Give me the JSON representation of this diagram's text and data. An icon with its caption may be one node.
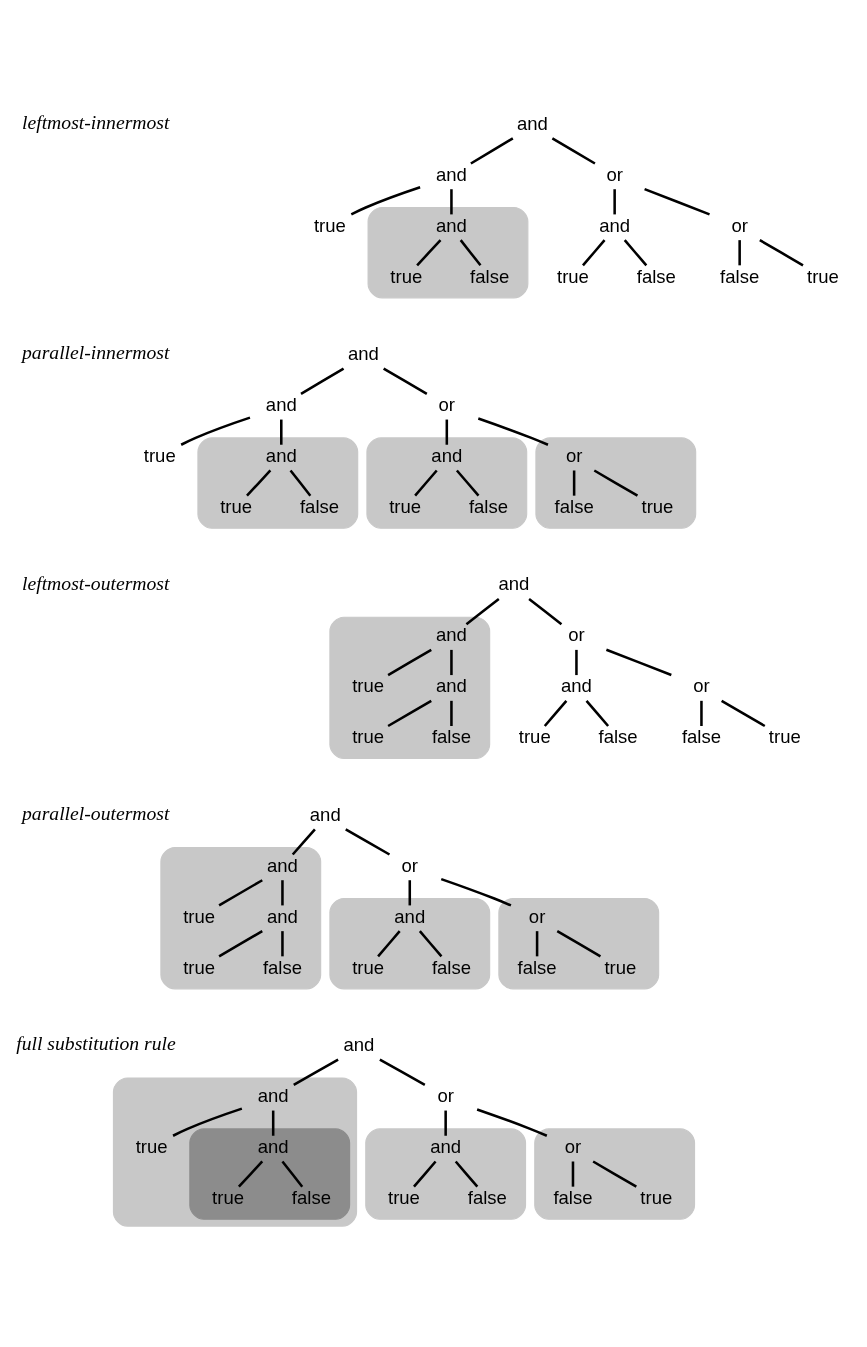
{
  "diagram": {
    "nodes": [
      {
        "text": [
          "and"
        ]
      },
      {
        "text": [
          "and"
        ]
      },
      {
        "text": [
          "or"
        ]
      },
      {
        "text": [
          "true"
        ]
      },
      {
        "text": [],
        "shape": "blob"
      },
      {
        "text": [
          "and"
        ],
        "in": 4
      },
      {
        "text": [
          "and"
        ]
      },
      {
        "text": [
          "or"
        ]
      },
      {
        "text": [
          "true"
        ],
        "in": 4
      },
      {
        "text": [
          "false"
        ],
        "in": 4
      },
      {
        "text": [
          "true"
        ]
      },
      {
        "text": [
          "false"
        ]
      },
      {
        "text": [
          "false"
        ]
      },
      {
        "text": [
          "true"
        ]
      },
      {
        "text": [
          "and"
        ]
      },
      {
        "text": [
          "and"
        ]
      },
      {
        "text": [
          "or"
        ]
      },
      {
        "text": [
          "true"
        ]
      },
      {
        "text": [],
        "shape": "blob"
      },
      {
        "text": [],
        "shape": "blob"
      },
      {
        "text": [],
        "shape": "blob"
      },
      {
        "text": [
          "and"
        ],
        "in": 18
      },
      {
        "text": [
          "and"
        ],
        "in": 19
      },
      {
        "text": [
          "or"
        ],
        "in": 20
      },
      {
        "text": [
          "true"
        ],
        "in": 18
      },
      {
        "text": [
          "false"
        ],
        "in": 18
      },
      {
        "text": [
          "true"
        ],
        "in": 19
      },
      {
        "text": [
          "false"
        ],
        "in": 19
      },
      {
        "text": [
          "false"
        ],
        "in": 20
      },
      {
        "text": [
          "true"
        ],
        "in": 20
      },
      {
        "text": [
          "and"
        ]
      },
      {
        "text": [],
        "shape": "blob"
      },
      {
        "text": [
          "and"
        ],
        "in": 31
      },
      {
        "text": [
          "or"
        ]
      },
      {
        "text": [
          "true"
        ],
        "in": 31
      },
      {
        "text": [
          "and"
        ],
        "in": 31
      },
      {
        "text": [
          "and"
        ]
      },
      {
        "text": [
          "or"
        ]
      },
      {
        "text": [
          "true"
        ],
        "in": 31
      },
      {
        "text": [
          "false"
        ],
        "in": 31
      },
      {
        "text": [
          "true"
        ]
      },
      {
        "text": [
          "false"
        ]
      },
      {
        "text": [
          "false"
        ]
      },
      {
        "text": [
          "true"
        ]
      },
      {
        "text": [
          "and"
        ]
      },
      {
        "text": [],
        "shape": "blob"
      },
      {
        "text": [
          "and"
        ],
        "in": 45
      },
      {
        "text": [
          "or"
        ]
      },
      {
        "text": [
          "true"
        ],
        "in": 45
      },
      {
        "text": [],
        "shape": "blob"
      },
      {
        "text": [],
        "shape": "blob"
      },
      {
        "text": [
          "and"
        ],
        "in": 45
      },
      {
        "text": [
          "and"
        ],
        "in": 49
      },
      {
        "text": [
          "or"
        ],
        "in": 50
      },
      {
        "text": [
          "true"
        ],
        "in": 45
      },
      {
        "text": [
          "false"
        ],
        "in": 45
      },
      {
        "text": [
          "true"
        ],
        "in": 49
      },
      {
        "text": [
          "false"
        ],
        "in": 49
      },
      {
        "text": [
          "false"
        ],
        "in": 50
      },
      {
        "text": [
          "true"
        ],
        "in": 50
      },
      {
        "text": [
          "and"
        ]
      },
      {
        "text": [],
        "shape": "blob"
      },
      {
        "text": [
          "and"
        ],
        "in": 61
      },
      {
        "text": [
          "or"
        ]
      },
      {
        "text": [
          "true"
        ],
        "in": 61
      },
      {
        "text": [],
        "shape": "blob",
        "in": 61
      },
      {
        "text": [],
        "shape": "blob"
      },
      {
        "text": [],
        "shape": "blob"
      },
      {
        "text": [
          "and"
        ],
        "in": 65
      },
      {
        "text": [
          "and"
        ],
        "in": 66
      },
      {
        "text": [
          "or"
        ],
        "in": 67
      },
      {
        "text": [
          "true"
        ],
        "in": 65
      },
      {
        "text": [
          "false"
        ],
        "in": 65
      },
      {
        "text": [
          "true"
        ],
        "in": 66
      },
      {
        "text": [
          "false"
        ],
        "in": 66
      },
      {
        "text": [
          "false"
        ],
        "in": 67
      },
      {
        "text": [
          "true"
        ],
        "in": 67
      }
    ],
    "edges": [
      {
        "from": 0,
        "to": 1,
        "arrow": "none"
      },
      {
        "from": 0,
        "to": 2,
        "arrow": "none"
      },
      {
        "from": 1,
        "to": 3,
        "arrow": "none"
      },
      {
        "from": 1,
        "to": 5,
        "arrow": "none"
      },
      {
        "from": 2,
        "to": 6,
        "arrow": "none"
      },
      {
        "from": 2,
        "to": 7,
        "arrow": "none"
      },
      {
        "from": 5,
        "to": 8,
        "arrow": "none"
      },
      {
        "from": 5,
        "to": 9,
        "arrow": "none"
      },
      {
        "from": 6,
        "to": 10,
        "arrow": "none"
      },
      {
        "from": 6,
        "to": 11,
        "arrow": "none"
      },
      {
        "from": 7,
        "to": 12,
        "arrow": "none"
      },
      {
        "from": 7,
        "to": 13,
        "arrow": "none"
      },
      {
        "from": 14,
        "to": 15,
        "arrow": "none"
      },
      {
        "from": 14,
        "to": 16,
        "arrow": "none"
      },
      {
        "from": 15,
        "to": 17,
        "arrow": "none"
      },
      {
        "from": 15,
        "to": 21,
        "arrow": "none"
      },
      {
        "from": 16,
        "to": 22,
        "arrow": "none"
      },
      {
        "from": 16,
        "to": 23,
        "arrow": "none"
      },
      {
        "from": 21,
        "to": 24,
        "arrow": "none"
      },
      {
        "from": 21,
        "to": 25,
        "arrow": "none"
      },
      {
        "from": 22,
        "to": 26,
        "arrow": "none"
      },
      {
        "from": 22,
        "to": 27,
        "arrow": "none"
      },
      {
        "from": 23,
        "to": 28,
        "arrow": "none"
      },
      {
        "from": 23,
        "to": 29,
        "arrow": "none"
      },
      {
        "from": 30,
        "to": 32,
        "arrow": "none"
      },
      {
        "from": 30,
        "to": 33,
        "arrow": "none"
      },
      {
        "from": 32,
        "to": 34,
        "arrow": "none"
      },
      {
        "from": 32,
        "to": 35,
        "arrow": "none"
      },
      {
        "from": 33,
        "to": 36,
        "arrow": "none"
      },
      {
        "from": 33,
        "to": 37,
        "arrow": "none"
      },
      {
        "from": 35,
        "to": 38,
        "arrow": "none"
      },
      {
        "from": 35,
        "to": 39,
        "arrow": "none"
      },
      {
        "from": 36,
        "to": 40,
        "arrow": "none"
      },
      {
        "from": 36,
        "to": 41,
        "arrow": "none"
      },
      {
        "from": 37,
        "to": 42,
        "arrow": "none"
      },
      {
        "from": 37,
        "to": 43,
        "arrow": "none"
      },
      {
        "from": 44,
        "to": 46,
        "arrow": "none"
      },
      {
        "from": 44,
        "to": 47,
        "arrow": "none"
      },
      {
        "from": 46,
        "to": 48,
        "arrow": "none"
      },
      {
        "from": 46,
        "to": 51,
        "arrow": "none"
      },
      {
        "from": 47,
        "to": 52,
        "arrow": "none"
      },
      {
        "from": 47,
        "to": 53,
        "arrow": "none"
      },
      {
        "from": 51,
        "to": 54,
        "arrow": "none"
      },
      {
        "from": 51,
        "to": 55,
        "arrow": "none"
      },
      {
        "from": 52,
        "to": 56,
        "arrow": "none"
      },
      {
        "from": 52,
        "to": 57,
        "arrow": "none"
      },
      {
        "from": 53,
        "to": 58,
        "arrow": "none"
      },
      {
        "from": 53,
        "to": 59,
        "arrow": "none"
      },
      {
        "from": 60,
        "to": 62,
        "arrow": "none"
      },
      {
        "from": 60,
        "to": 63,
        "arrow": "none"
      },
      {
        "from": 62,
        "to": 64,
        "arrow": "none"
      },
      {
        "from": 62,
        "to": 68,
        "arrow": "none"
      },
      {
        "from": 63,
        "to": 69,
        "arrow": "none"
      },
      {
        "from": 63,
        "to": 70,
        "arrow": "none"
      },
      {
        "from": 68,
        "to": 71,
        "arrow": "none"
      },
      {
        "from": 68,
        "to": 72,
        "arrow": "none"
      },
      {
        "from": 69,
        "to": 73,
        "arrow": "none"
      },
      {
        "from": 69,
        "to": 74,
        "arrow": "none"
      },
      {
        "from": 70,
        "to": 75,
        "arrow": "none"
      },
      {
        "from": 70,
        "to": 76,
        "arrow": "none"
      }
    ],
    "labels": [
      "leftmost-innermost",
      "parallel-innermost",
      "leftmost-outermost",
      "parallel-outermost",
      "full substitution rule"
    ]
  }
}
